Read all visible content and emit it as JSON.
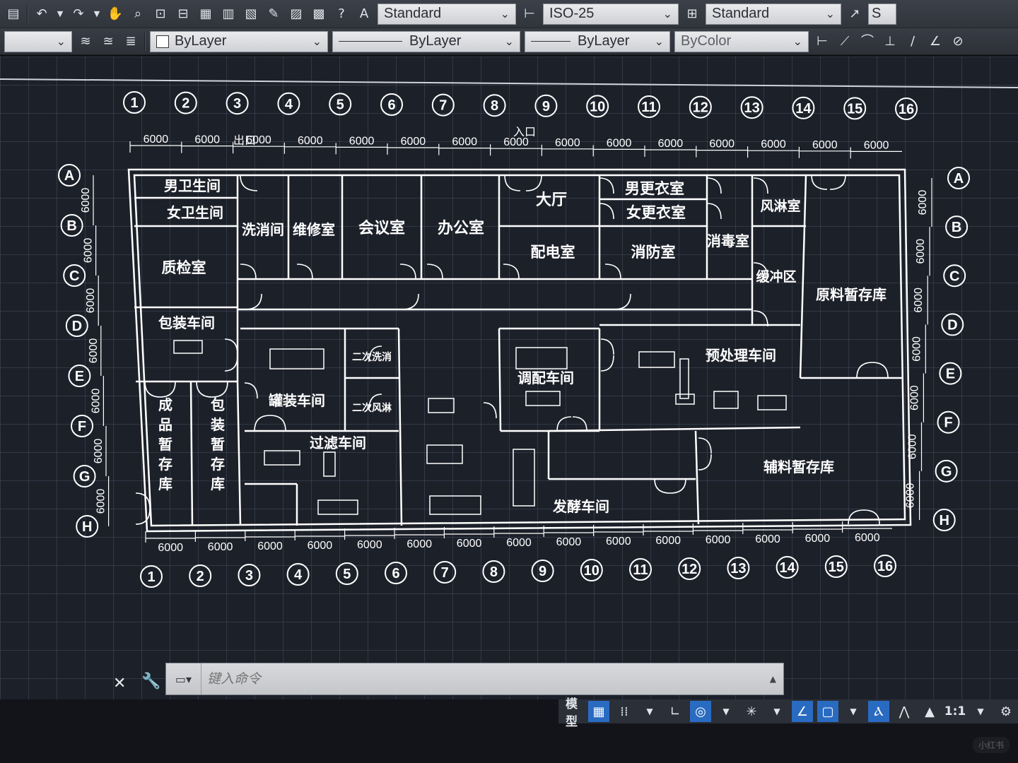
{
  "toolbar1": {
    "text_style": "Standard",
    "dim_style": "ISO-25",
    "table_style": "Standard",
    "trailing": "S"
  },
  "toolbar2": {
    "color": "ByLayer",
    "linetype": "ByLayer",
    "lineweight": "ByLayer",
    "plotstyle": "ByColor"
  },
  "drawing": {
    "axis_columns": [
      "1",
      "2",
      "3",
      "4",
      "5",
      "6",
      "7",
      "8",
      "9",
      "10",
      "11",
      "12",
      "13",
      "14",
      "15",
      "16"
    ],
    "axis_rows": [
      "A",
      "B",
      "C",
      "D",
      "E",
      "F",
      "G",
      "H"
    ],
    "bay_dim": "6000",
    "exit_label": "出口",
    "entrance_label": "入口",
    "rooms": {
      "male_toilet": "男卫生间",
      "female_toilet": "女卫生间",
      "wash_room": "洗消间",
      "repair_room": "维修室",
      "meeting_room": "会议室",
      "office": "办公室",
      "hall": "大厅",
      "male_locker": "男更衣室",
      "female_locker": "女更衣室",
      "air_shower": "风淋室",
      "qc_room": "质检室",
      "power_room": "配电室",
      "fire_room": "消防室",
      "disinfection_room": "消毒室",
      "buffer_zone": "缓冲区",
      "raw_material_store": "原料暂存库",
      "packing_workshop": "包装车间",
      "secondary_wash": "二次洗消",
      "secondary_shower": "二次风淋",
      "canning_workshop": "罐装车间",
      "blending_workshop": "调配车间",
      "pretreat_workshop": "预处理车间",
      "finished_store": "成品暂存库",
      "packaging_store": "包装暂存库",
      "filter_workshop": "过滤车间",
      "fermentation_workshop": "发酵车间",
      "aux_store": "辅料暂存库"
    }
  },
  "command": {
    "placeholder": "键入命令"
  },
  "status": {
    "model_tab": "模型",
    "scale": "1:1"
  },
  "watermark": "小红书"
}
